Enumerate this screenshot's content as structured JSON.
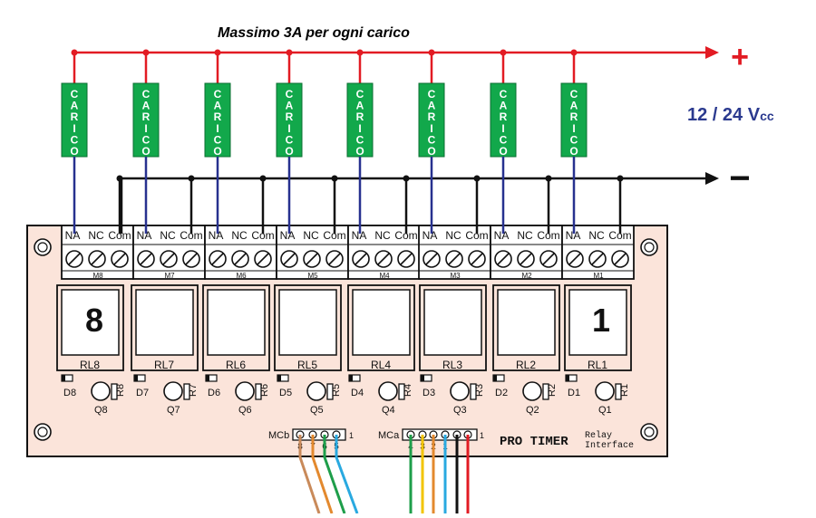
{
  "title": "Massimo 3A per ogni carico",
  "supply": {
    "voltage_main": "12 / 24 V",
    "voltage_sub": "cc",
    "plus_sign": "+",
    "minus_sign": "−"
  },
  "load_letters": [
    "C",
    "A",
    "R",
    "I",
    "C",
    "O"
  ],
  "relay_channels": [
    {
      "relay": "RL8",
      "terminal": "M8",
      "transistor": "Q8",
      "resistor": "R8",
      "diode": "D8"
    },
    {
      "relay": "RL7",
      "terminal": "M7",
      "transistor": "Q7",
      "resistor": "R7",
      "diode": "D7"
    },
    {
      "relay": "RL6",
      "terminal": "M6",
      "transistor": "Q6",
      "resistor": "R6",
      "diode": "D6"
    },
    {
      "relay": "RL5",
      "terminal": "M5",
      "transistor": "Q5",
      "resistor": "R5",
      "diode": "D5"
    },
    {
      "relay": "RL4",
      "terminal": "M4",
      "transistor": "Q4",
      "resistor": "R4",
      "diode": "D4"
    },
    {
      "relay": "RL3",
      "terminal": "M3",
      "transistor": "Q3",
      "resistor": "R3",
      "diode": "D3"
    },
    {
      "relay": "RL2",
      "terminal": "M2",
      "transistor": "Q2",
      "resistor": "R2",
      "diode": "D2"
    },
    {
      "relay": "RL1",
      "terminal": "M1",
      "transistor": "Q1",
      "resistor": "R1",
      "diode": "D1"
    }
  ],
  "contact_labels": [
    "NA",
    "NC",
    "Com"
  ],
  "big_numbers": [
    "8",
    "1"
  ],
  "connectors": {
    "mcb": {
      "label": "MCb",
      "pins": [
        "8",
        "7",
        "6",
        "5"
      ],
      "pin1_mark": "1"
    },
    "mca": {
      "label": "MCa",
      "pins": [
        "4",
        "3",
        "2",
        "1"
      ],
      "pin1_mark": "1"
    }
  },
  "brand": {
    "name": "PRO TIMER",
    "line1": "Relay",
    "line2": "Interface"
  },
  "colors": {
    "board": "#fbe4da",
    "load": "#12a84b",
    "positive": "#e21b23",
    "negative": "#111111",
    "na_wire": "#27318f",
    "voltage_text": "#2b3a8f",
    "mcb_wires": [
      "#c98a5a",
      "#e3892e",
      "#1e9e4a",
      "#29a9e0"
    ],
    "mca_wires": [
      "#1e9e4a",
      "#f2c400",
      "#e3892e",
      "#29a9e0",
      "#111111",
      "#e21b23"
    ]
  }
}
